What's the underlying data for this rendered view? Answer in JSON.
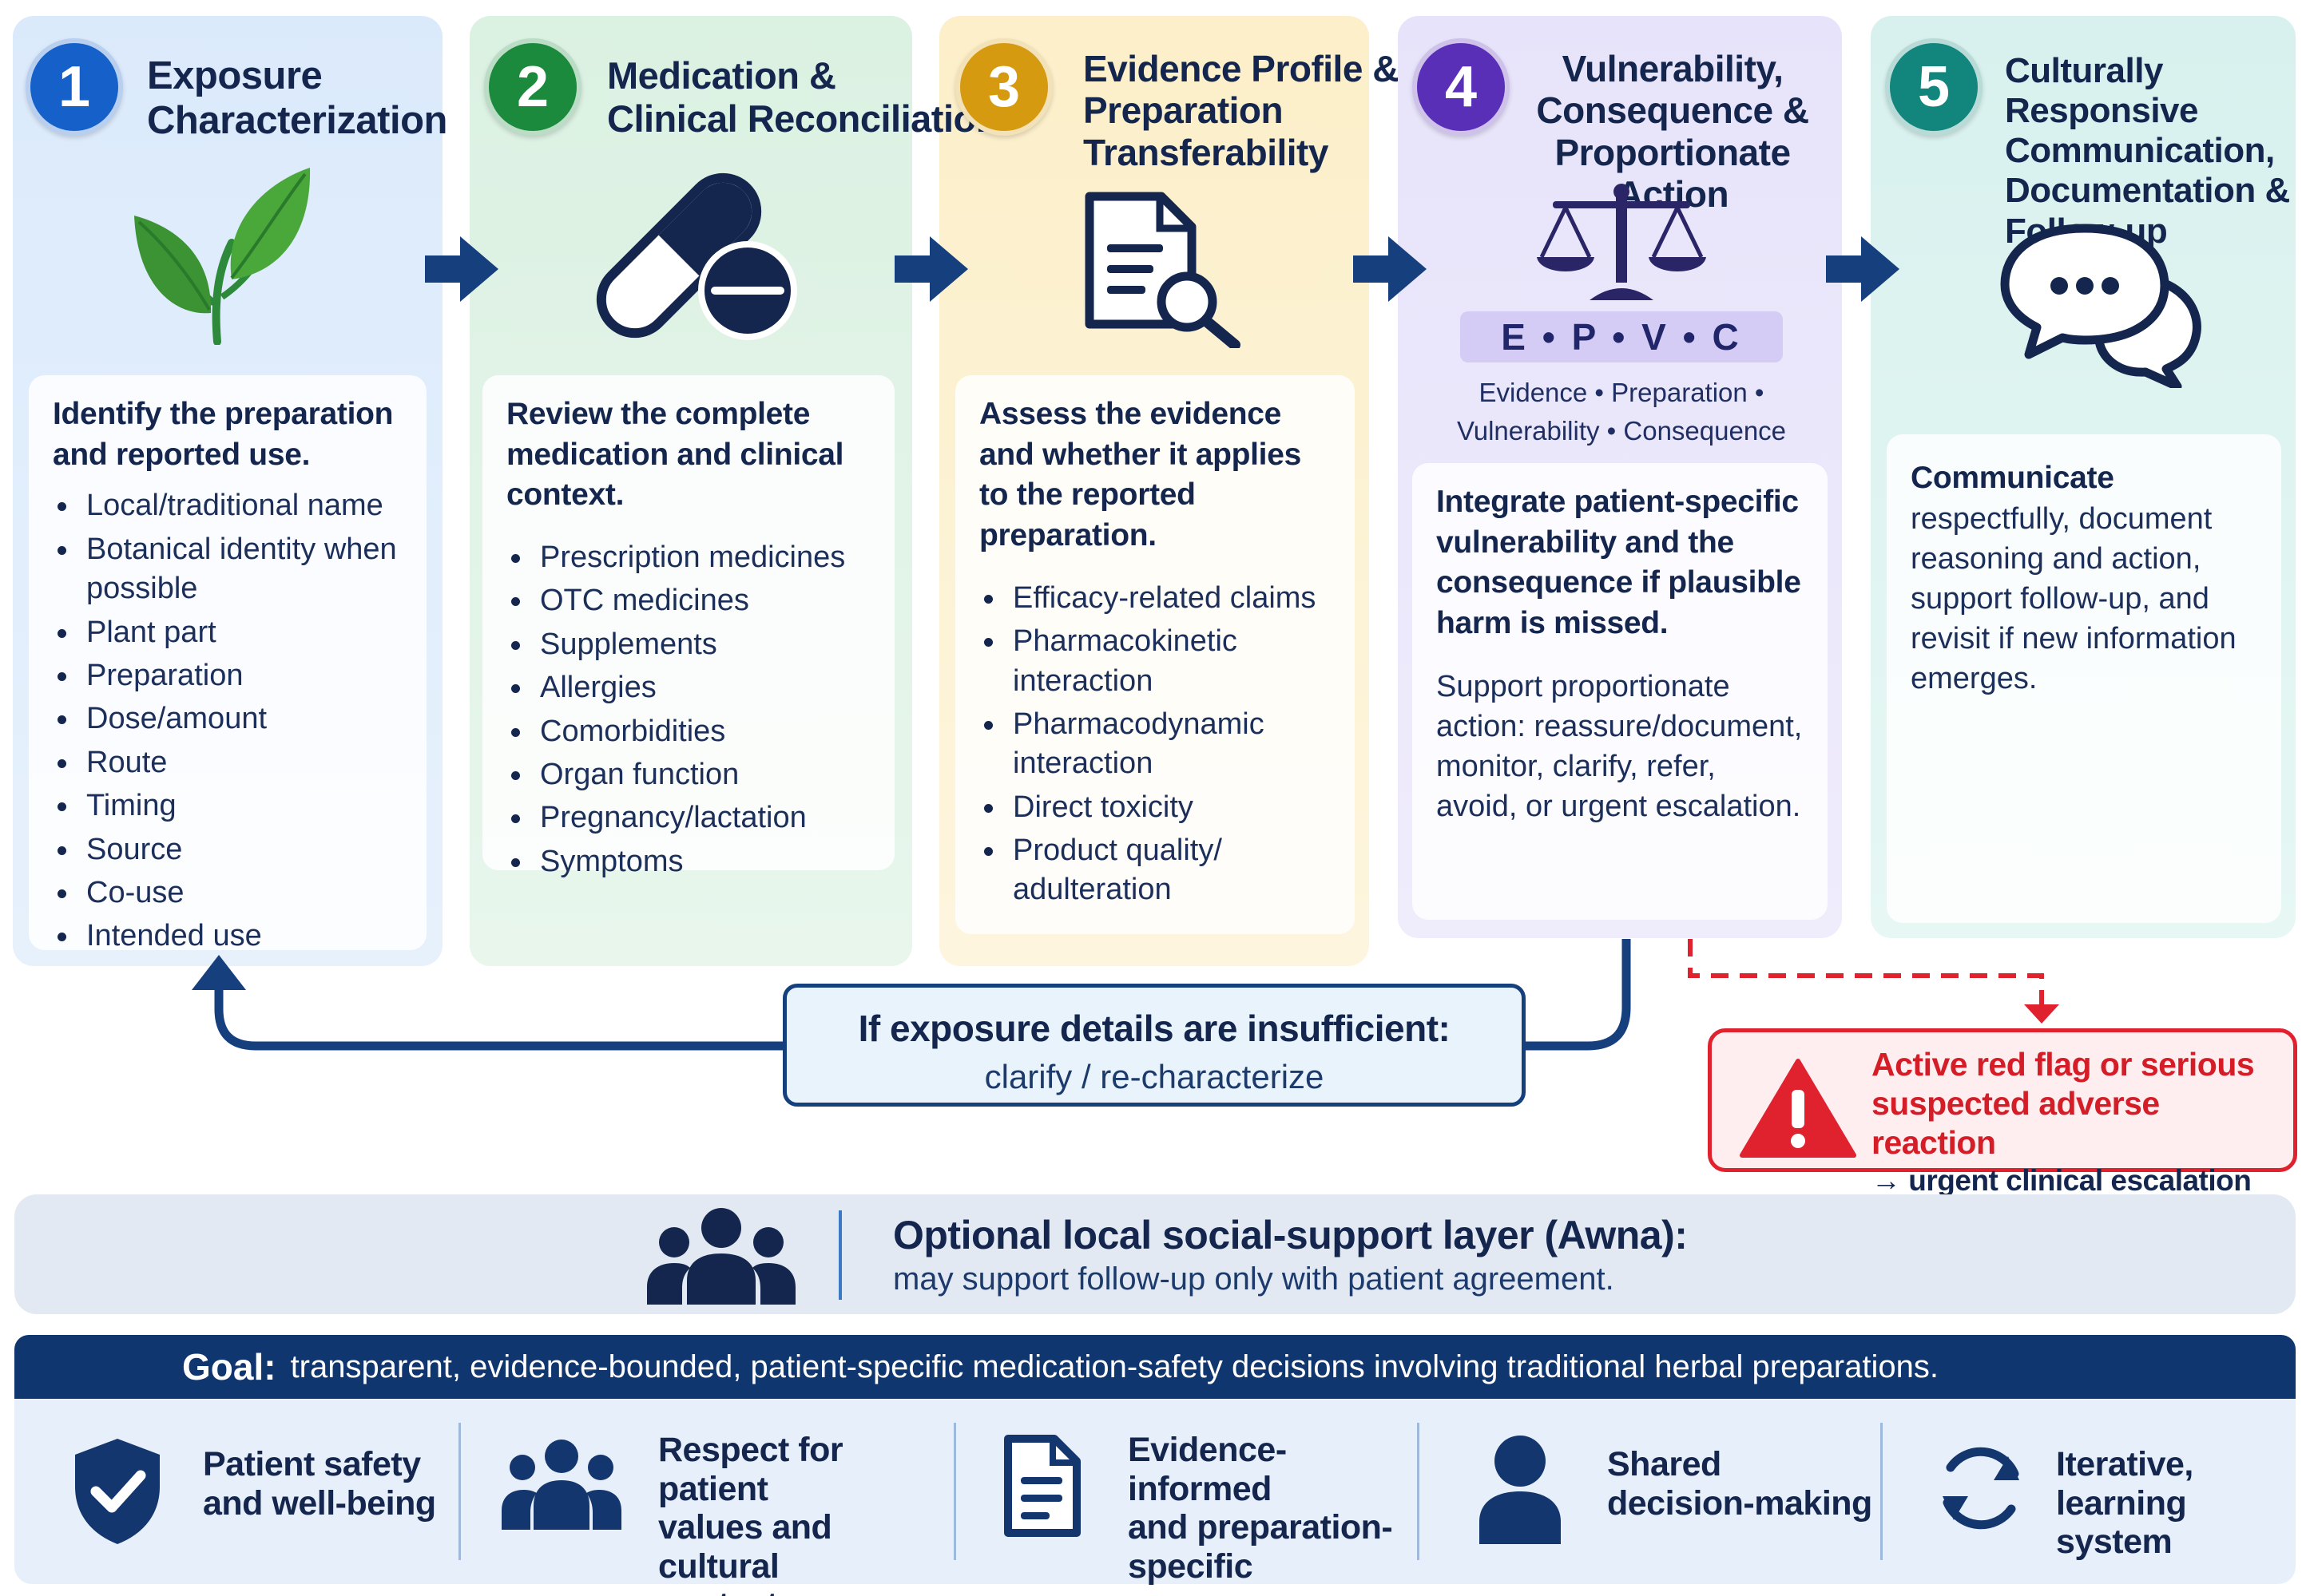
{
  "steps": [
    {
      "number": "1",
      "title_lines": [
        "Exposure",
        "Characterization"
      ],
      "lead": "Identify the preparation and reported use.",
      "items": [
        "Local/traditional name",
        "Botanical identity when possible",
        "Plant part",
        "Preparation",
        "Dose/amount",
        "Route",
        "Timing",
        "Source",
        "Co-use",
        "Intended use"
      ],
      "badge_color": "#1560c9",
      "icon": "leaf-icon"
    },
    {
      "number": "2",
      "title_lines": [
        "Medication &",
        "Clinical Reconciliation"
      ],
      "lead": "Review the complete medication and clinical context.",
      "items": [
        "Prescription medicines",
        "OTC medicines",
        "Supplements",
        "Allergies",
        "Comorbidities",
        "Organ function",
        "Pregnancy/lactation",
        "Symptoms"
      ],
      "badge_color": "#1b8a3c",
      "icon": "pill-icon"
    },
    {
      "number": "3",
      "title_lines": [
        "Evidence Profile &",
        "Preparation",
        "Transferability"
      ],
      "lead": "Assess the evidence and whether it applies to the reported preparation.",
      "items": [
        "Efficacy-related claims",
        "Pharmacokinetic interaction",
        "Pharmacodynamic interaction",
        "Direct toxicity",
        "Product quality/ adulteration"
      ],
      "badge_color": "#d69a10",
      "icon": "document-search-icon"
    },
    {
      "number": "4",
      "title_lines": [
        "Vulnerability,",
        "Consequence &",
        "Proportionate Action"
      ],
      "epvc": "E • P • V • C",
      "epvc_sub_lines": [
        "Evidence • Preparation •",
        "Vulnerability • Consequence"
      ],
      "lead": "Integrate patient-specific vulnerability and the consequence if plausible harm is missed.",
      "body": "Support proportionate action: reassure/document, monitor, clarify, refer, avoid, or urgent escalation.",
      "badge_color": "#5a2fb8",
      "icon": "scales-icon"
    },
    {
      "number": "5",
      "title_lines": [
        "Culturally Responsive",
        "Communication,",
        "Documentation &",
        "Follow-up"
      ],
      "lead": "Communicate",
      "body": "respectfully, document reasoning and action, support follow-up, and revisit if new information emerges.",
      "badge_color": "#12857c",
      "icon": "speech-bubbles-icon"
    }
  ],
  "loop": {
    "line1": "If exposure details are insufficient:",
    "line2": "clarify / re-characterize"
  },
  "alert": {
    "line1": "Active red flag or serious",
    "line2": "suspected adverse reaction",
    "line3": "→ urgent clinical escalation",
    "color": "#e0222e"
  },
  "support": {
    "title": "Optional local social-support layer (Awna):",
    "subtitle": "may support follow-up only with patient agreement."
  },
  "goal": {
    "label": "Goal:",
    "text": "transparent, evidence-bounded, patient-specific medication-safety decisions involving traditional herbal preparations."
  },
  "values": [
    {
      "lines": [
        "Patient safety",
        "and well-being"
      ],
      "icon": "shield-check-icon"
    },
    {
      "lines": [
        "Respect for patient",
        "values and cultural",
        "context"
      ],
      "icon": "people-icon"
    },
    {
      "lines": [
        "Evidence-informed",
        "and preparation-",
        "specific"
      ],
      "icon": "document-icon"
    },
    {
      "lines": [
        "Shared",
        "decision-making"
      ],
      "icon": "person-icon"
    },
    {
      "lines": [
        "Iterative,",
        "learning system"
      ],
      "icon": "cycle-icon"
    }
  ],
  "colors": {
    "navy": "#14264e",
    "arrow": "#163f7d",
    "goal_bar": "#10366f"
  }
}
